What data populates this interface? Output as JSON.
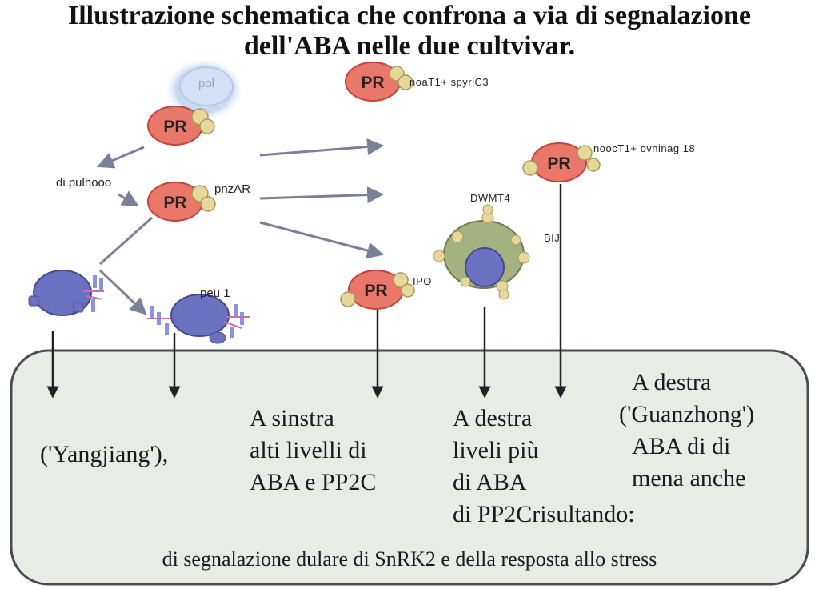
{
  "title": {
    "line1": "Illustrazione schematica che confrona a via di segnalazione",
    "line2": "dell'ABA nelle due cultvivar."
  },
  "node_label": "PR",
  "labels": {
    "blob_top": "pol",
    "pr_top_right": "noaT1+ spyrlC3",
    "pr_right_far": "noocT1+ ovninag 18",
    "left_side": "di pulhooo",
    "pr_mid": "pnzAR",
    "green_top": "DWMT4",
    "green_side": "BIJ",
    "turtle_right": "peu 1",
    "pr_bottom": "IPO"
  },
  "panel": {
    "col1": [
      "('Yangjiang'),"
    ],
    "col2": [
      "A sinstra",
      "alti livelli di",
      "ABA e PP2C"
    ],
    "col3": [
      "A destra",
      "liveli più",
      "di ABA",
      "di PP2Crisultando:"
    ],
    "col4": [
      "A destra",
      "('Guanzhong')",
      "ABA di di",
      "mena anche"
    ],
    "footer": "di segnalazione dulare di SnRK2 e della resposta allo stress"
  },
  "colors": {
    "pr_fill": "#e9786b",
    "ligand_fill": "#e6d79a",
    "turtle_fill": "#6b72c2",
    "complex_fill": "#a3b27f",
    "panel_fill": "#e9ebe7",
    "arrow_color": "#7a8098"
  }
}
